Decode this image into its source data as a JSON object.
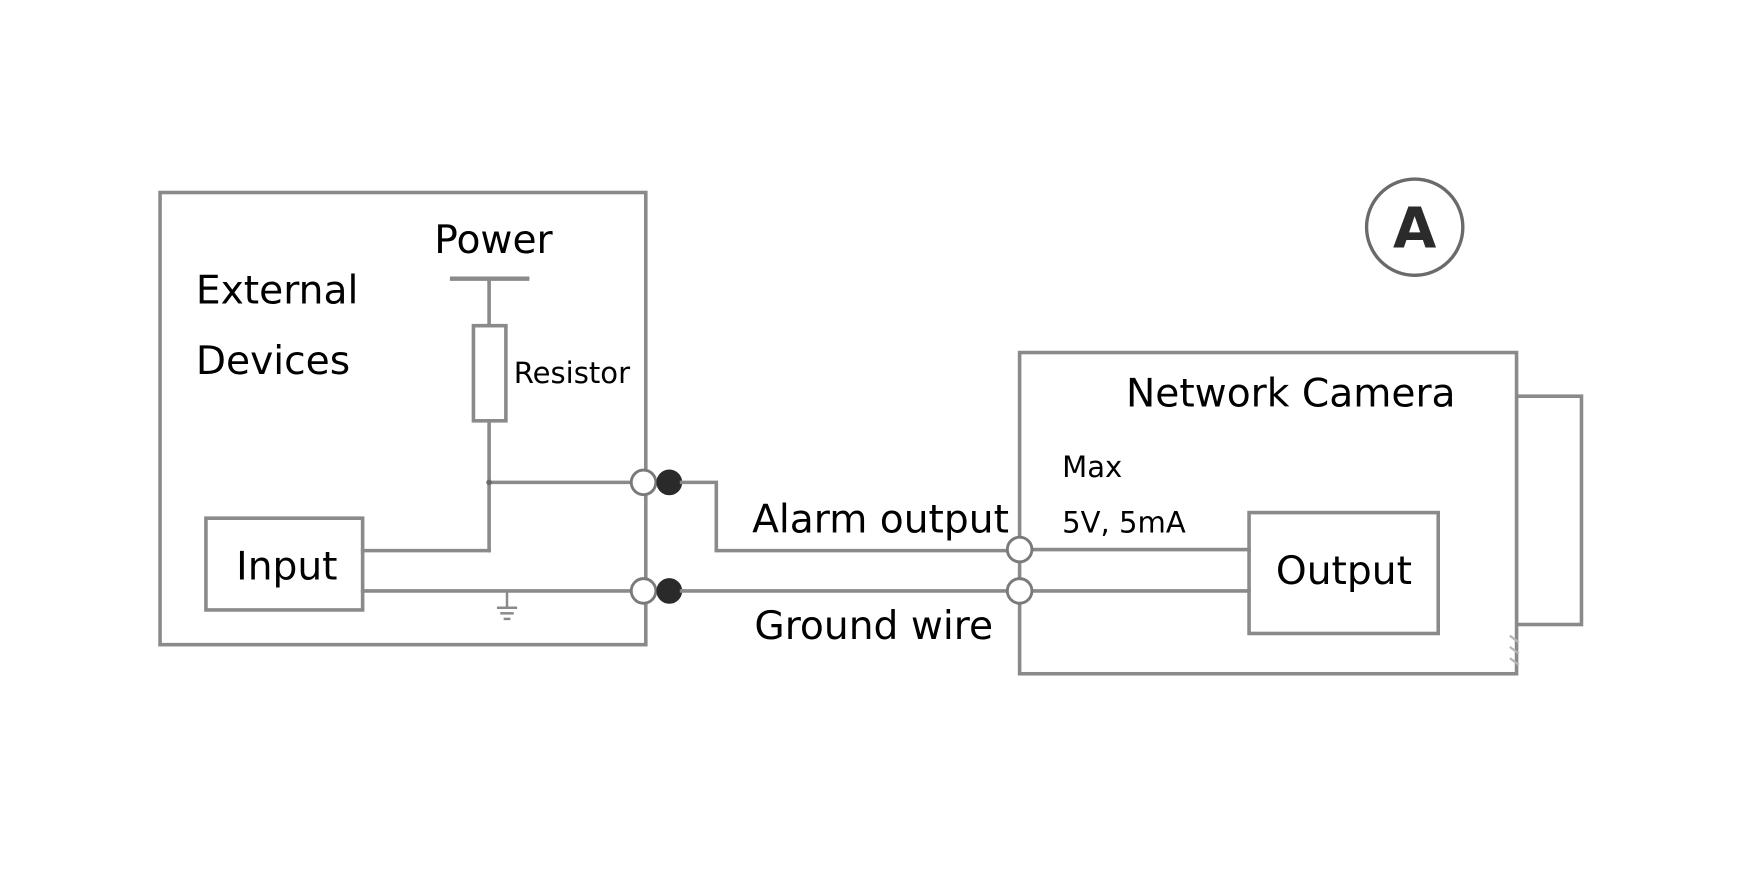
{
  "figure": {
    "type": "wiring-diagram",
    "badge": "A"
  },
  "external_devices": {
    "title_line1": "External",
    "title_line2": "Devices",
    "power_label": "Power",
    "resistor_label": "Resistor",
    "input_label": "Input"
  },
  "wires": {
    "alarm_output_label": "Alarm output",
    "ground_wire_label": "Ground wire"
  },
  "network_camera": {
    "title": "Network Camera",
    "rating_line1": "Max",
    "rating_line2": "5V, 5mA",
    "output_label": "Output"
  },
  "colors": {
    "line": "#8a8a8a",
    "text": "#000000",
    "terminal_filled": "#2a2a2a",
    "background": "#ffffff"
  }
}
